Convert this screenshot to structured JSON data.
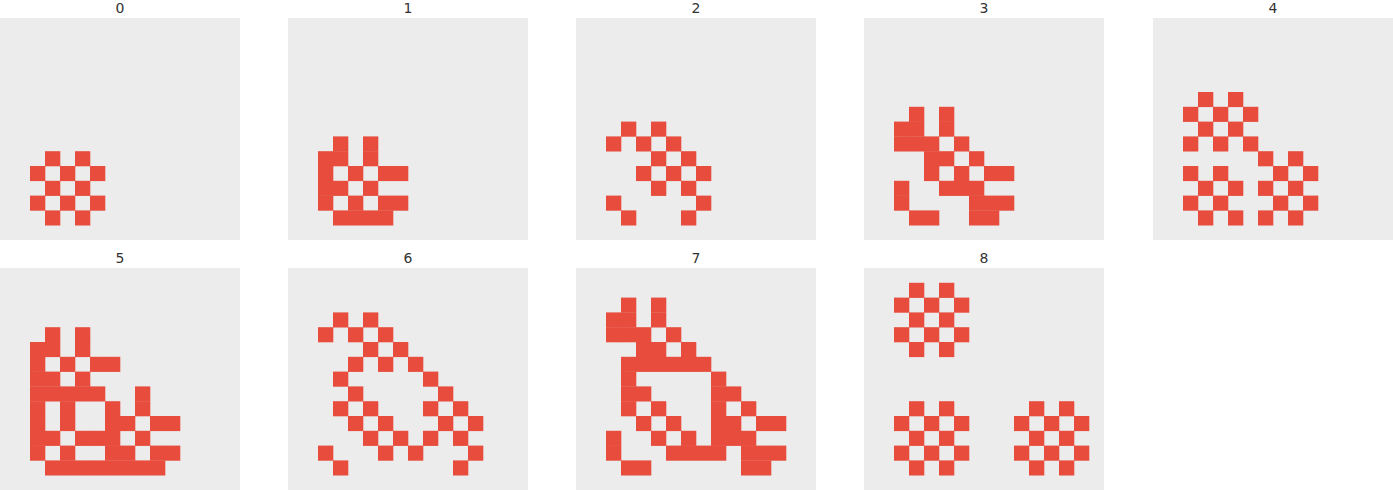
{
  "diagram": {
    "labels": [
      "0",
      "1",
      "2",
      "3",
      "4",
      "5",
      "6",
      "7",
      "8"
    ]
  }
}
